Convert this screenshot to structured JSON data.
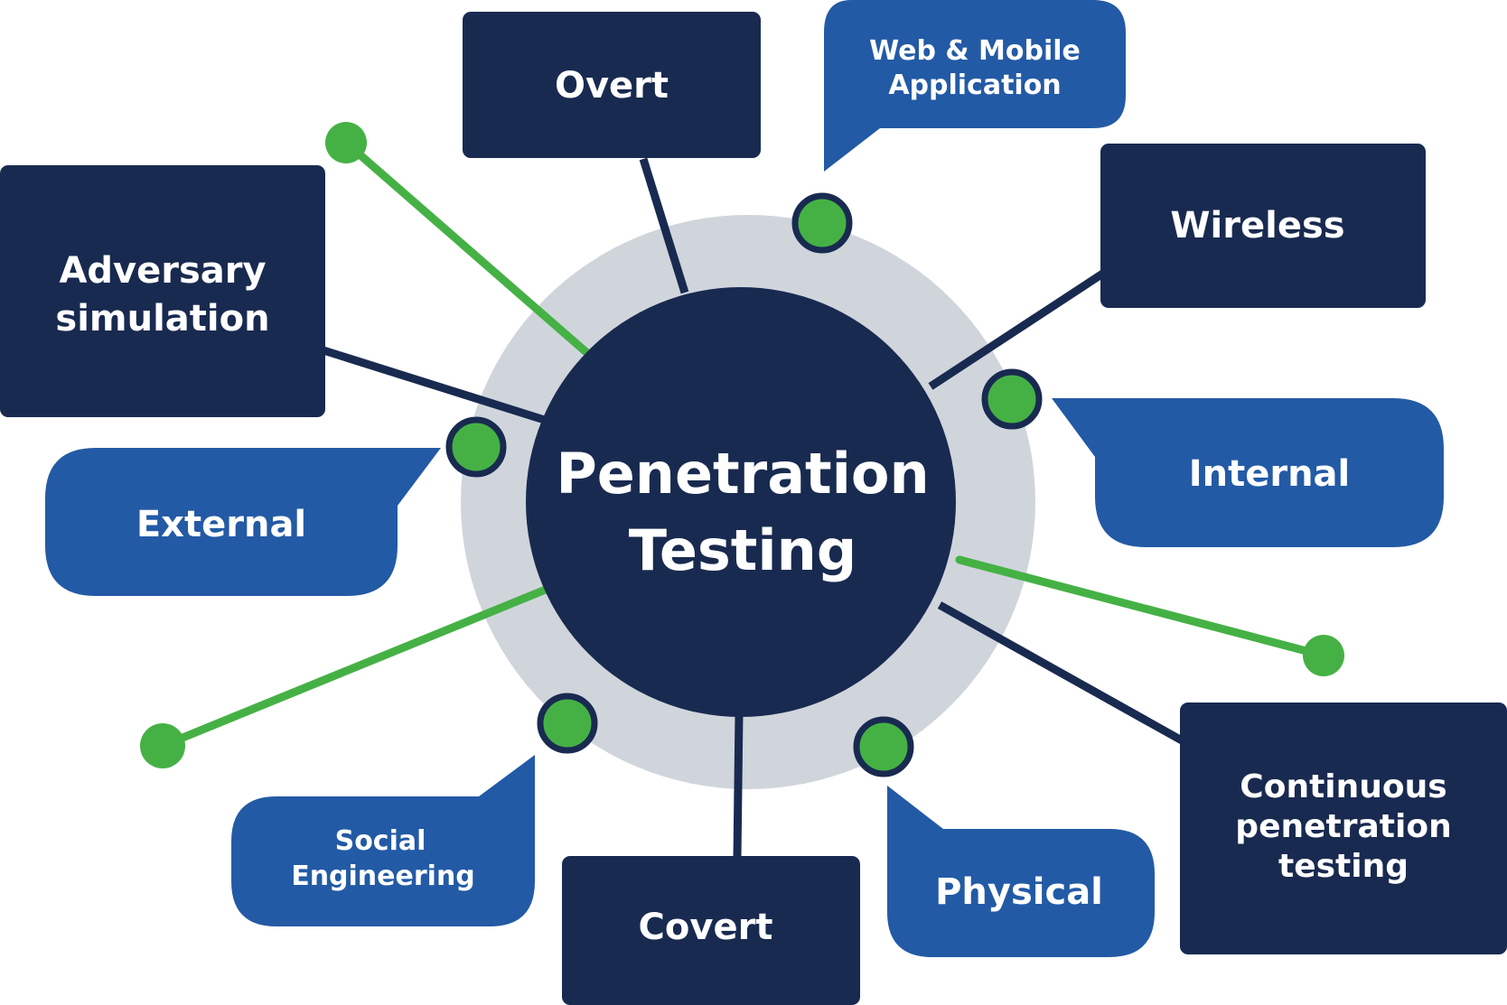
{
  "center": {
    "title_line1": "Penetration",
    "title_line2": "Testing"
  },
  "categories": {
    "overt": "Overt",
    "covert": "Covert",
    "wireless": "Wireless",
    "adversary_line1": "Adversary",
    "adversary_line2": "simulation",
    "continuous_line1": "Continuous",
    "continuous_line2": "penetration",
    "continuous_line3": "testing"
  },
  "targets": {
    "web_line1": "Web & Mobile",
    "web_line2": "Application",
    "internal": "Internal",
    "external": "External",
    "social_line1": "Social",
    "social_line2": "Engineering",
    "physical": "Physical"
  },
  "colors": {
    "navy": "#192a50",
    "blue": "#235aa5",
    "green": "#45b145",
    "ring": "#d0d5dc",
    "text": "#ffffff"
  }
}
